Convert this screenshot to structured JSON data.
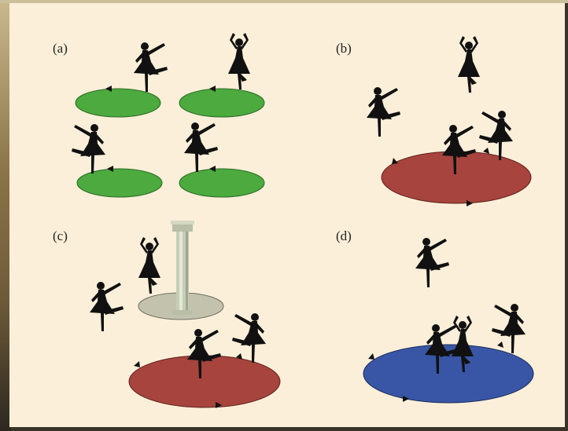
{
  "panels": {
    "a": {
      "label": "(a)"
    },
    "b": {
      "label": "(b)"
    },
    "c": {
      "label": "(c)"
    },
    "d": {
      "label": "(d)"
    }
  },
  "colors": {
    "background": "#fbefd9",
    "disk_green": "#4caa3f",
    "disk_red": "#a6443d",
    "disk_blue": "#3956a6",
    "disk_grey": "#c3c3ad",
    "silhouette": "#111111"
  },
  "icons": [
    "dancer-icon",
    "column-icon",
    "arrow-icon"
  ]
}
